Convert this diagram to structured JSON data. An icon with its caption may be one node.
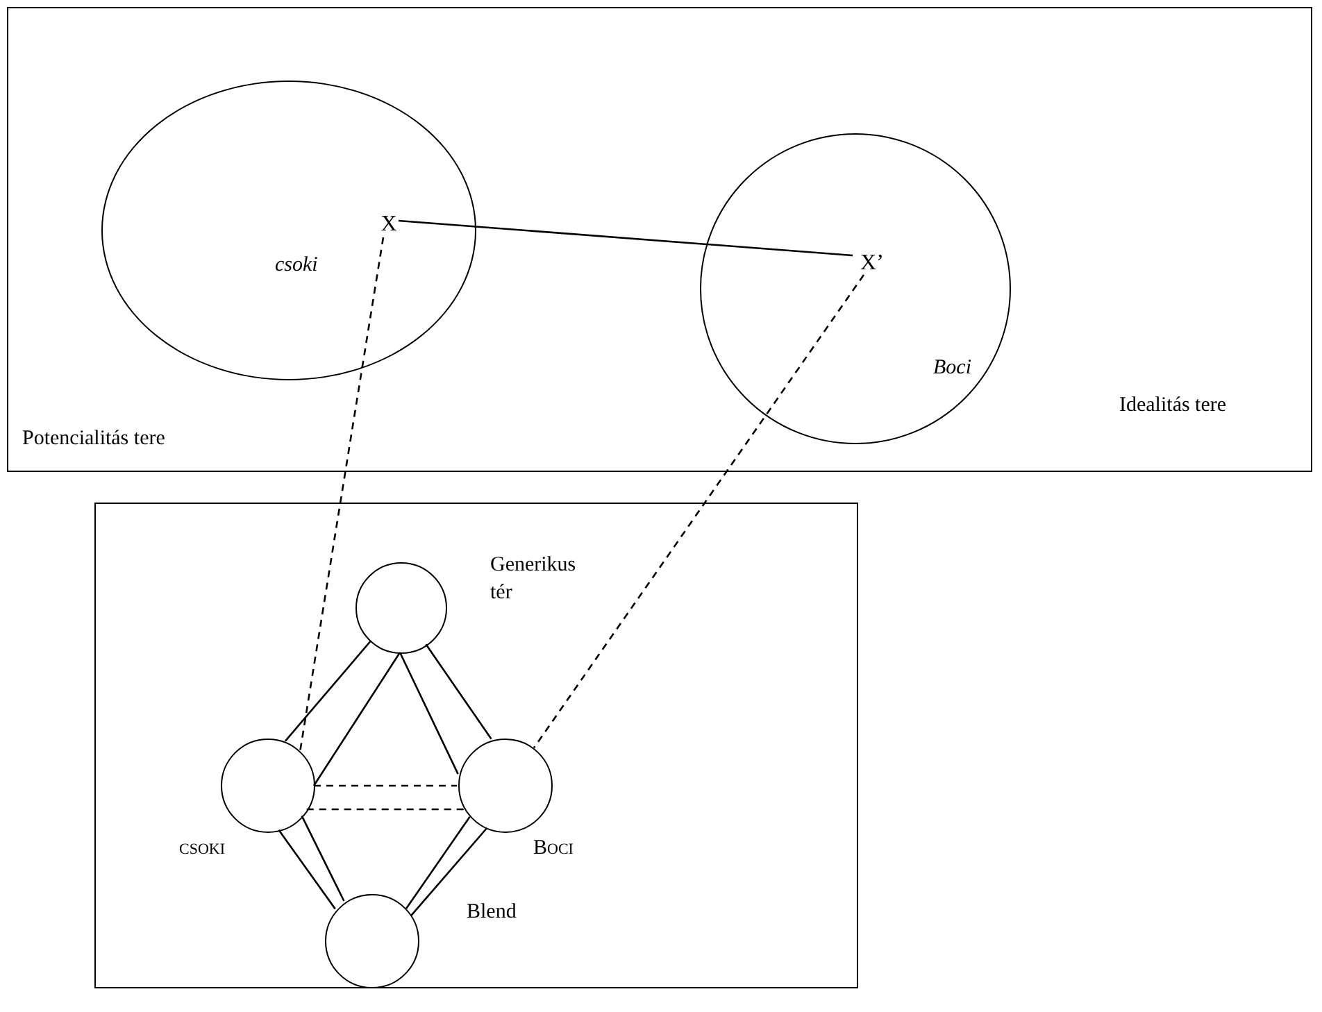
{
  "diagram": {
    "nodes": [
      {
        "text": [],
        "shape": "box"
      },
      {
        "text": [
          "csoki"
        ],
        "beside": [
          "Potencialitás tere"
        ],
        "in": 0
      },
      {
        "text": [
          "X"
        ],
        "in": 1
      },
      {
        "text": [
          "Boci"
        ],
        "in": 0
      },
      {
        "text": [
          "X’"
        ],
        "in": 3
      },
      {
        "text": [],
        "shape": "box"
      },
      {
        "text": [
          "Generikus tér"
        ],
        "in": 5
      },
      {
        "text": [
          "csoki"
        ],
        "in": 5
      },
      {
        "text": [
          "Boci"
        ],
        "in": 5
      },
      {
        "text": [
          "Blend"
        ],
        "in": 5
      }
    ],
    "edges": [
      {
        "from": 2,
        "to": 4,
        "arrow": "none"
      },
      {
        "from": 2,
        "to": 7,
        "arrow": "none",
        "style": "dashed"
      },
      {
        "from": 4,
        "to": 8,
        "arrow": "none",
        "style": "dashed"
      },
      {
        "from": 6,
        "to": 7,
        "arrow": "none"
      },
      {
        "from": 6,
        "to": 8,
        "arrow": "none"
      },
      {
        "from": 7,
        "to": 9,
        "arrow": "none"
      },
      {
        "from": 8,
        "to": 9,
        "arrow": "none"
      },
      {
        "from": 7,
        "to": 8,
        "arrow": "none",
        "style": "dashed"
      },
      {
        "from": 6,
        "to": 7,
        "arrow": "none"
      },
      {
        "from": 6,
        "to": 8,
        "arrow": "none"
      },
      {
        "from": 7,
        "to": 9,
        "arrow": "none"
      },
      {
        "from": 8,
        "to": 9,
        "arrow": "none"
      },
      {
        "from": 7,
        "to": 8,
        "arrow": "none",
        "style": "dashed"
      }
    ],
    "labels": [
      "Idealitás tere"
    ]
  }
}
